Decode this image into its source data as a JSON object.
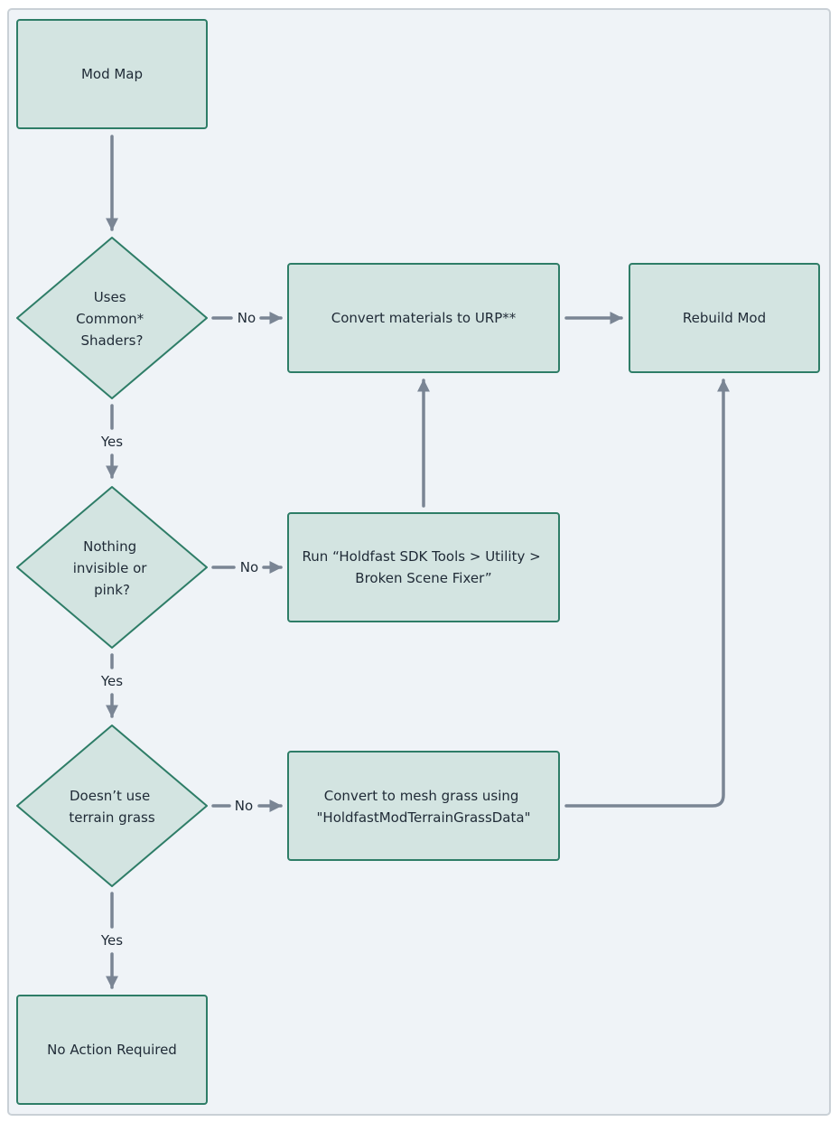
{
  "nodes": {
    "mod_map": {
      "lines": [
        "Mod Map"
      ]
    },
    "uses_common_shaders": {
      "lines": [
        "Uses",
        "Common*",
        "Shaders?"
      ]
    },
    "convert_materials": {
      "lines": [
        "Convert materials to URP**"
      ]
    },
    "rebuild_mod": {
      "lines": [
        "Rebuild Mod"
      ]
    },
    "nothing_invisible": {
      "lines": [
        "Nothing",
        "invisible or",
        "pink?"
      ]
    },
    "run_fixer": {
      "lines": [
        "Run “Holdfast SDK Tools > Utility >",
        "Broken Scene Fixer”"
      ]
    },
    "terrain_grass": {
      "lines": [
        "Doesn’t use",
        "terrain grass"
      ]
    },
    "convert_mesh_grass": {
      "lines": [
        "Convert to mesh grass using",
        "\"HoldfastModTerrainGrassData\""
      ]
    },
    "no_action": {
      "lines": [
        "No Action Required"
      ]
    }
  },
  "edge_labels": {
    "no_1": "No",
    "yes_1": "Yes",
    "no_2": "No",
    "yes_2": "Yes",
    "no_3": "No",
    "yes_3": "Yes"
  },
  "colors": {
    "frame_fill": "#eff3f7",
    "frame_stroke": "#c9d0d6",
    "node_fill": "#d3e4e1",
    "node_stroke": "#2e7d67",
    "edge": "#7a8594",
    "text": "#1f2a36"
  }
}
